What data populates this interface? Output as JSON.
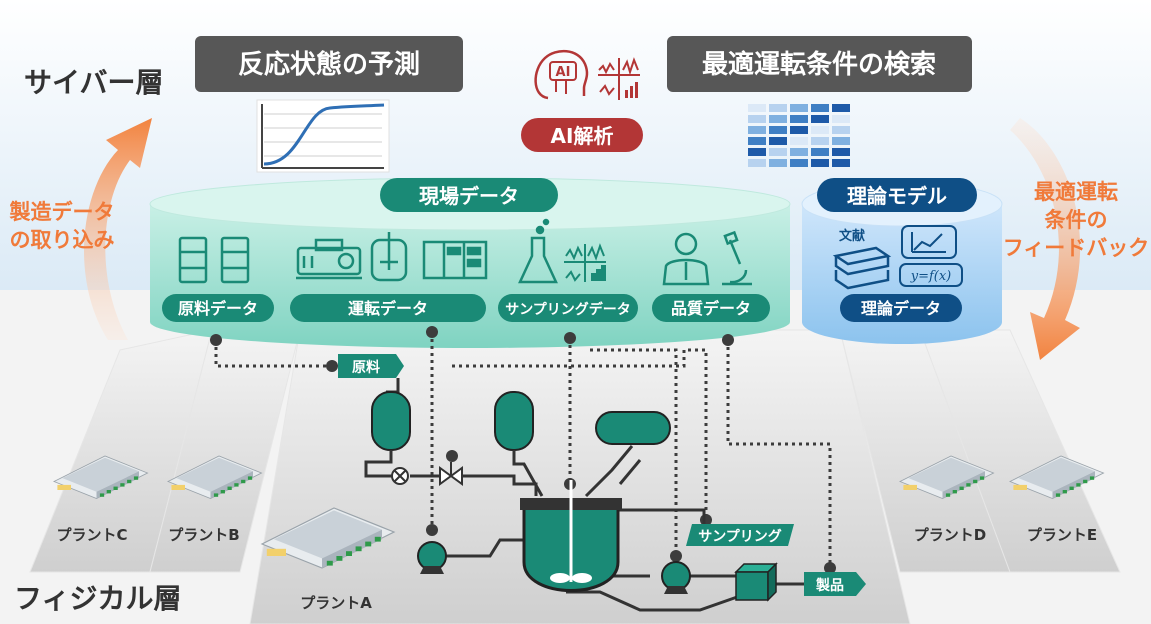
{
  "layers": {
    "cyber": "サイバー層",
    "physical": "フィジカル層"
  },
  "cyber_boxes": {
    "prediction": "反応状態の予測",
    "search": "最適運転条件の検索"
  },
  "ai": {
    "icon_text": "AI",
    "label": "AI解析"
  },
  "arrows": {
    "left": [
      "製造データ",
      "の取り込み"
    ],
    "right": [
      "最適運転",
      "条件の",
      "フィードバック"
    ]
  },
  "field_data": {
    "title": "現場データ",
    "categories": [
      "原料データ",
      "運転データ",
      "サンプリングデータ",
      "品質データ"
    ]
  },
  "theory_model": {
    "title": "理論モデル",
    "book_label": "文献",
    "formula": "y=f(x)",
    "category": "理論データ"
  },
  "process": {
    "raw_material_tag": "原料",
    "sampling_tag": "サンプリング",
    "product_tag": "製品"
  },
  "plants": {
    "a": "プラントA",
    "b": "プラントB",
    "c": "プラントC",
    "d": "プラントD",
    "e": "プラントE"
  },
  "colors": {
    "teal": "#1a8a76",
    "teal_light": "#9fe0d2",
    "blue_dark": "#0f4f86",
    "ai_red": "#b33636",
    "cyber_box": "#575757",
    "orange": "#f28a52"
  }
}
